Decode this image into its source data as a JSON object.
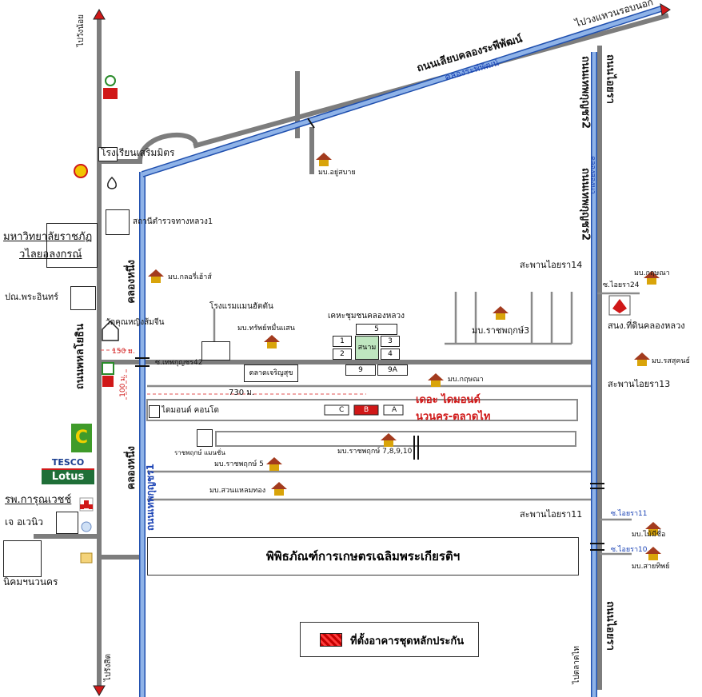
{
  "roads": {
    "left_main": "ถนนพหลโยธิน",
    "khlong_left_top": "คลองหนึ่ง",
    "khlong_left_bottom": "คลองหนึ่ง",
    "thepkunchorn_road": "ถนนเทพกุญชร1",
    "diagonal_road": "ถนนเลียบคลองระพีพัฒน์",
    "diagonal_canal": "คลองระพีพัฒน์",
    "right_road_a": "ถนนเทพกุญชร2",
    "right_road_b": "ถนนเทพกุญชร2",
    "right_canal": "คลองสองนา",
    "oyara_top": "ถนนไอยรา",
    "oyara_bottom": "ถนนไอยรา",
    "soi_thep42": "ซ.เทพกุญชร42"
  },
  "directions": {
    "to_wangnoi": "ไปวังน้อย",
    "to_rangsit": "ไปรังสิต",
    "to_outer_ring": "ไปวงแหวนรอบนอก",
    "to_market": "ไปตลาดไท"
  },
  "places": {
    "school": "โรงเรียนเสริมมิตร",
    "police": "สถานีตำรวจทางหลวง1",
    "university": [
      "มหาวิทยาลัยราชภัฏ",
      "วไลยอลงกรณ์"
    ],
    "post_office": "ปณ.พระอินทร์",
    "temple": "วัดคุณหญิงส้มจีน",
    "hotel": "โรงแรมแมนฮัตตัน",
    "flats": "เคหะชุมชนคลองหลวง",
    "field": "สนาม",
    "market": "ตลาดเจริญสุข",
    "condo": "ไดมอนด์ คอนโด",
    "hospital": "รพ.การุณเวชช์",
    "j_avenue": "เจ อเวนิว",
    "industrial": "นิคมฯนวนคร",
    "museum": "พิพิธภัณฑ์การเกษตรเฉลิมพระเกียรติฯ",
    "district_office": "สนง.ที่ดินคลองหลวง",
    "project": [
      "เดอะ ไดมอนด์",
      "นวนคร-ตลาดไท"
    ]
  },
  "villages": {
    "yoosabai": "มบ.อยู่สบาย",
    "golden_house": "มบ.กลอรี่เฮ้าส์",
    "sapmuensan": "มบ.ทรัพย์หมื่นแสน",
    "ratchaphruk3": "มบ.ราชพฤกษ์3",
    "kritsana_center": "มบ.กฤษณา",
    "kritsana_right": "มบ.กฤษณา",
    "rossukhon": "มบ.รสสุคนธ์",
    "ratchaphruk_many": "มบ.ราชพฤกษ์ 7,8,9,10",
    "ratchaphruk5": "มบ.ราชพฤกษ์ 5",
    "ratchaphruk_mansion": "ราชพฤกษ์ แมนชั่น",
    "suanhaem": "มบ.สวนแหลมทอง",
    "maimisue": "มบ.ไม้มีชื่อ",
    "saithip": "มบ.สายทิพย์"
  },
  "bridges": {
    "b14": "สะพานไอยรา14",
    "b13": "สะพานไอยรา13",
    "b11": "สะพานไอยรา11"
  },
  "sois": {
    "s24": "ซ.ไอยรา24",
    "s11": "ซ.ไอยรา11",
    "s10": "ซ.ไอยรา10"
  },
  "buildings": {
    "flat_numbers": [
      "1",
      "2",
      "3",
      "4",
      "5",
      "9",
      "9A"
    ],
    "condo_blocks": [
      "C",
      "B",
      "A"
    ]
  },
  "distances": {
    "d150": "150 ม.",
    "d100": "100 ม.",
    "d730": "730 ม."
  },
  "logos": {
    "tesco": "TESCO",
    "lotus": "Lotus",
    "bigc": "C"
  },
  "legend": {
    "text": "ที่ตั้งอาคารชุดหลักประกัน"
  },
  "colors": {
    "road": "#7d7d7d",
    "canal": "#8fb3e8",
    "canal_dark": "#1f4fae",
    "project": "#d01818",
    "house_roof": "#a33b1e",
    "house_wall": "#d9a40a"
  }
}
